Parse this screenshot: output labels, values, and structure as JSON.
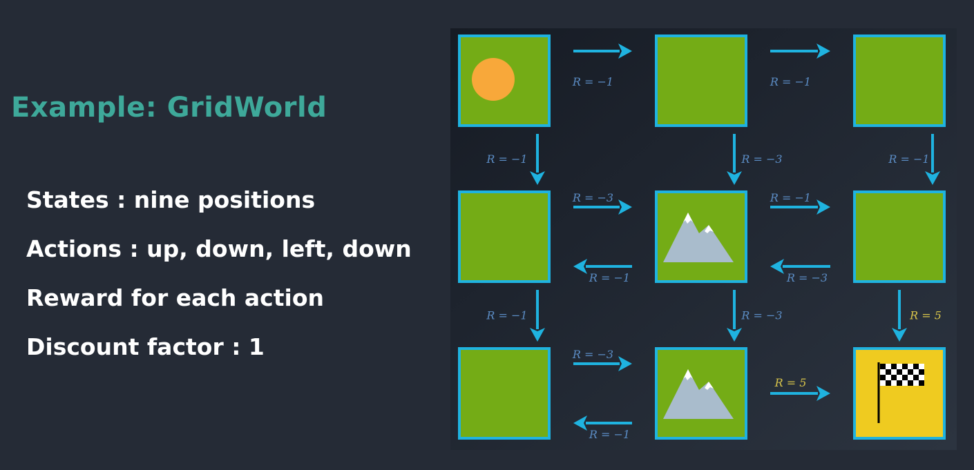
{
  "slide": {
    "title": "Example: GridWorld",
    "bullets": [
      "States : nine positions",
      "Actions : up, down, left, down",
      "Reward for each action",
      "Discount factor : 1"
    ]
  },
  "gridworld": {
    "rows": 3,
    "cols": 3,
    "cells": [
      {
        "row": 0,
        "col": 0,
        "content": "start-circle"
      },
      {
        "row": 0,
        "col": 1,
        "content": "empty"
      },
      {
        "row": 0,
        "col": 2,
        "content": "empty"
      },
      {
        "row": 1,
        "col": 0,
        "content": "empty"
      },
      {
        "row": 1,
        "col": 1,
        "content": "mountain"
      },
      {
        "row": 1,
        "col": 2,
        "content": "empty"
      },
      {
        "row": 2,
        "col": 0,
        "content": "empty"
      },
      {
        "row": 2,
        "col": 1,
        "content": "mountain"
      },
      {
        "row": 2,
        "col": 2,
        "content": "goal-flag"
      }
    ],
    "transitions": [
      {
        "from": [
          0,
          0
        ],
        "to": [
          0,
          1
        ],
        "reward": "R = −1"
      },
      {
        "from": [
          0,
          1
        ],
        "to": [
          0,
          2
        ],
        "reward": "R = −1"
      },
      {
        "from": [
          0,
          0
        ],
        "to": [
          1,
          0
        ],
        "reward": "R = −1"
      },
      {
        "from": [
          0,
          1
        ],
        "to": [
          1,
          1
        ],
        "reward": "R = −3"
      },
      {
        "from": [
          0,
          2
        ],
        "to": [
          1,
          2
        ],
        "reward": "R = −1"
      },
      {
        "from": [
          1,
          0
        ],
        "to": [
          1,
          1
        ],
        "reward": "R = −3"
      },
      {
        "from": [
          1,
          1
        ],
        "to": [
          1,
          0
        ],
        "reward": "R = −1"
      },
      {
        "from": [
          1,
          1
        ],
        "to": [
          1,
          2
        ],
        "reward": "R = −1"
      },
      {
        "from": [
          1,
          2
        ],
        "to": [
          1,
          1
        ],
        "reward": "R = −3"
      },
      {
        "from": [
          1,
          0
        ],
        "to": [
          2,
          0
        ],
        "reward": "R = −1"
      },
      {
        "from": [
          1,
          1
        ],
        "to": [
          2,
          1
        ],
        "reward": "R = −3"
      },
      {
        "from": [
          1,
          2
        ],
        "to": [
          2,
          2
        ],
        "reward": "R = 5"
      },
      {
        "from": [
          2,
          0
        ],
        "to": [
          2,
          1
        ],
        "reward": "R = −3"
      },
      {
        "from": [
          2,
          1
        ],
        "to": [
          2,
          0
        ],
        "reward": "R = −1"
      },
      {
        "from": [
          2,
          1
        ],
        "to": [
          2,
          2
        ],
        "reward": "R = 5"
      }
    ],
    "colors": {
      "panel_background": "#1a2029",
      "cell_fill": "#74ac16",
      "cell_border": "#1fb3e0",
      "goal_fill": "#efcb20",
      "arrow": "#1fb3e0",
      "reward_text": "#5b8cc4",
      "goal_reward_text": "#d8c44a",
      "start_circle": "#f8a83a",
      "mountain": "#a9bccc",
      "snow": "#ffffff"
    }
  }
}
